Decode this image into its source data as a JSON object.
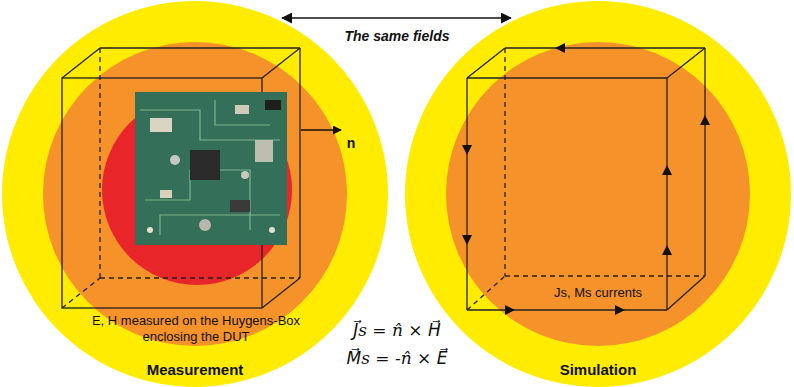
{
  "diagram": {
    "nodes": [
      {
        "text": [
          "Measurement"
        ]
      },
      {
        "text": [
          "E, H measured on the Huygens-Box enclosing the DUT"
        ],
        "in": 0
      },
      {
        "text": [
          "Simulation"
        ]
      },
      {
        "text": [
          "Js, Ms currents"
        ],
        "in": 2
      }
    ],
    "edges": [
      {
        "from": 0,
        "to": 2,
        "arrow": "both",
        "label": "The same fields"
      }
    ],
    "labels": [
      "n",
      "J⃗s = n̂ × H⃗",
      "M⃗s = -n̂ × E⃗"
    ]
  }
}
